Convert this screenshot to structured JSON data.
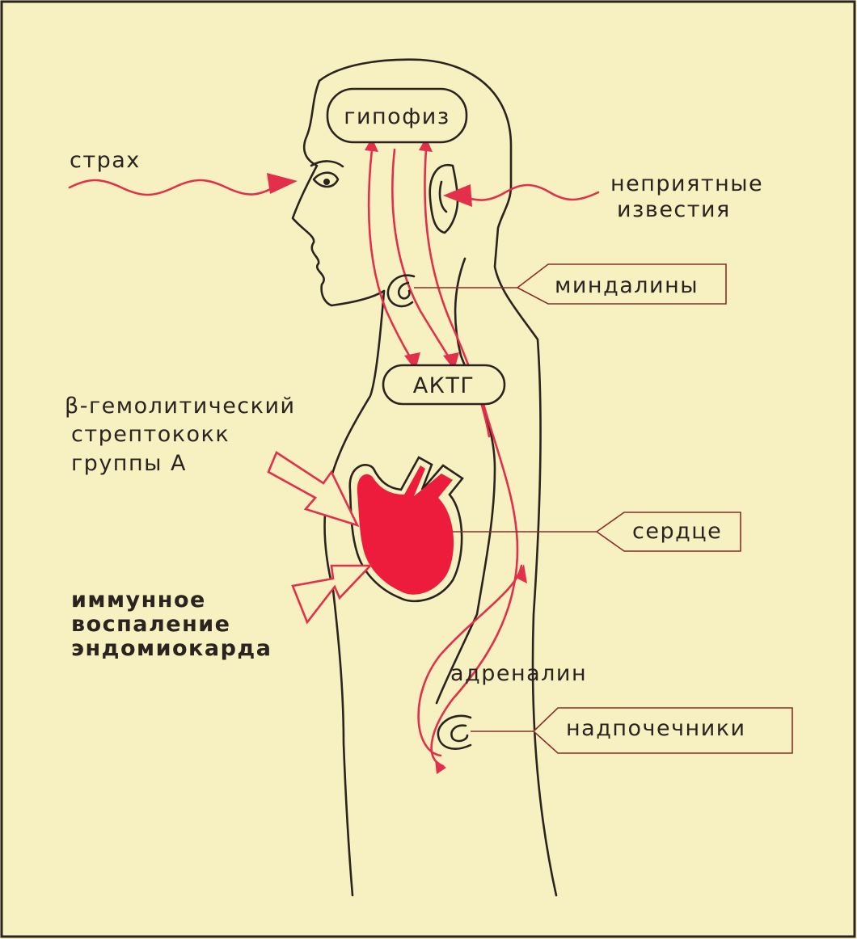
{
  "labels": {
    "pituitary": "гипофиз",
    "fear": "страх",
    "bad_news_line1": "неприятные",
    "bad_news_line2": "известия",
    "tonsils": "миндалины",
    "acth": "АКТГ",
    "strep_line1": "β-гемолитический",
    "strep_line2": "стрептококк",
    "strep_line3": "группы А",
    "heart": "сердце",
    "inflammation_line1": "иммунное",
    "inflammation_line2": "воспаление",
    "inflammation_line3": "эндомиокарда",
    "adrenaline": "адреналин",
    "adrenals": "надпочечники"
  },
  "colors": {
    "background": "#f7f1c1",
    "outline": "#2a2320",
    "pathway_red": "#e32f4a",
    "heart_red": "#ee1c3c"
  }
}
